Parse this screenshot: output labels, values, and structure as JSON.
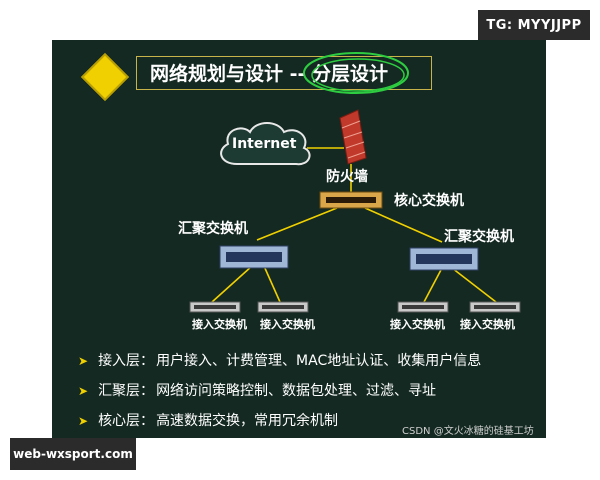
{
  "watermarks": {
    "top_right": "TG: MYYJJPP",
    "bottom_left": "web-wxsport.com",
    "csdn": "CSDN @文火冰糖的硅基工坊"
  },
  "slide": {
    "title_part1": "网络规划与设计 --",
    "title_part2": "分层设计",
    "accent_color": "#f0d000"
  },
  "diagram": {
    "internet": "Internet",
    "firewall": "防火墙",
    "core_switch": "核心交换机",
    "agg_switch_left": "汇聚交换机",
    "agg_switch_right": "汇聚交换机",
    "access_switches": [
      "接入交换机",
      "接入交换机",
      "接入交换机",
      "接入交换机"
    ]
  },
  "bullets": [
    {
      "name": "接入层：",
      "desc": "用户接入、计费管理、MAC地址认证、收集用户信息"
    },
    {
      "name": "汇聚层：",
      "desc": "网络访问策略控制、数据包处理、过滤、寻址"
    },
    {
      "name": "核心层：",
      "desc": "高速数据交换，常用冗余机制"
    }
  ]
}
